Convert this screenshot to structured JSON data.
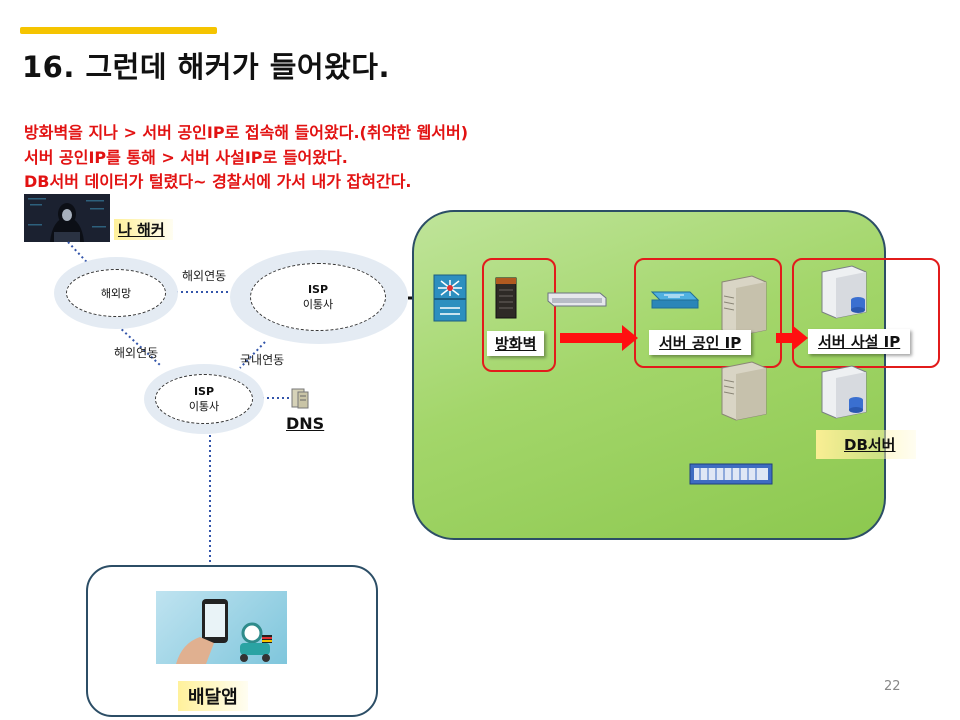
{
  "slide": {
    "title": "16. 그런데 해커가 들어왔다.",
    "description": [
      "방화벽을 지나 > 서버 공인IP로 접속해 들어왔다.(취약한 웹서버)",
      "서버 공인IP를 통해 > 서버 사설IP로 들어왔다.",
      "DB서버 데이터가 털렸다~   경찰서에 가서 내가 잡혀간다."
    ],
    "page_number": "22"
  },
  "diagram": {
    "hacker_label": "나 해커",
    "overseas_net": "해외망",
    "link_overseas_1": "해외연동",
    "link_overseas_2": "해외연동",
    "link_domestic": "국내연동",
    "isp_top": {
      "line1": "ISP",
      "line2": "이통사"
    },
    "isp_bottom": {
      "line1": "ISP",
      "line2": "이통사"
    },
    "dns_label": "DNS",
    "firewall_label": "방화벽",
    "public_ip_label": "서버 공인 IP",
    "private_ip_label": "서버 사설 IP",
    "db_label": "DB서버",
    "app_label": "배달앱"
  },
  "colors": {
    "accent": "#f5c400",
    "alert_red": "#e21212",
    "zone_green": "#a3d66a",
    "zone_border": "#2c4e66",
    "link_blue": "#3355aa"
  }
}
